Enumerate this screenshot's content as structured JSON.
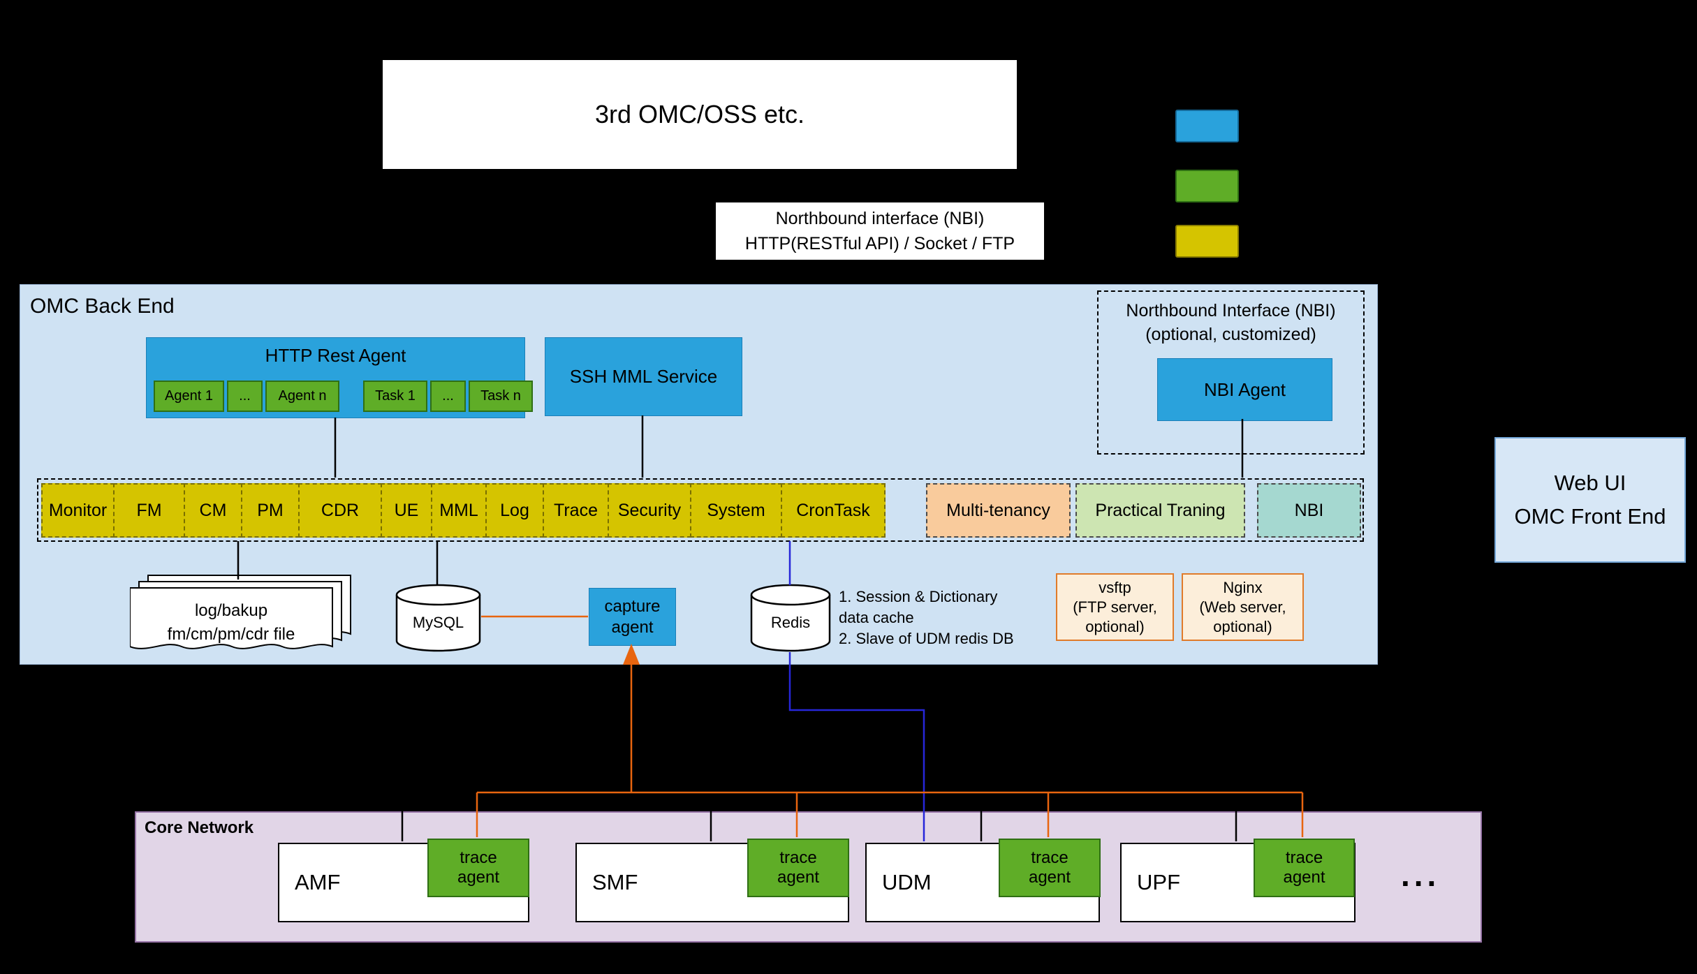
{
  "colors": {
    "box_blue": "#2AA2DC",
    "green": "#5FAD27",
    "module_yellow": "#D5C400",
    "peach": "#F9CB9C",
    "light_green": "#CDE5B2",
    "teal": "#A5D8D0",
    "panel_blue": "#CFE2F3",
    "panel_purple": "#E1D5E7",
    "orange_line": "#E8650F",
    "blue_line": "#2626D9"
  },
  "top": {
    "third_party_label": "3rd OMC/OSS etc."
  },
  "legend": {
    "items": [
      {
        "color": "#2AA2DC"
      },
      {
        "color": "#5FAD27"
      },
      {
        "color": "#D5C400"
      }
    ]
  },
  "nbi_interface_label": {
    "line1": "Northbound interface (NBI)",
    "line2": "HTTP(RESTful API) / Socket / FTP"
  },
  "backend": {
    "title": "OMC Back End",
    "http_rest_agent": {
      "title": "HTTP Rest Agent",
      "sub": [
        "Agent 1",
        "...",
        "Agent n",
        "Task 1",
        "...",
        "Task n"
      ]
    },
    "ssh_mml_label": "SSH MML Service",
    "nbi_box": {
      "line1": "Northbound Interface (NBI)",
      "line2": "(optional, customized)",
      "agent_label": "NBI  Agent"
    },
    "modules": [
      "Monitor",
      "FM",
      "CM",
      "PM",
      "CDR",
      "UE",
      "MML",
      "Log",
      "Trace",
      "Security",
      "System",
      "CronTask"
    ],
    "special_modules": [
      "Multi-tenancy",
      "Practical Traning",
      "NBI"
    ],
    "log_file": {
      "line1": "log/bakup",
      "line2": "fm/cm/pm/cdr file"
    },
    "mysql_label": "MySQL",
    "capture_agent": {
      "line1": "capture",
      "line2": "agent"
    },
    "redis_label": "Redis",
    "redis_note": {
      "line1": "1. Session & Dictionary",
      "line2": "data cache",
      "line3": "2. Slave of UDM redis DB"
    },
    "vsftp": {
      "line1": "vsftp",
      "line2": "(FTP server,",
      "line3": "optional)"
    },
    "nginx": {
      "line1": "Nginx",
      "line2": "(Web server,",
      "line3": "optional)"
    }
  },
  "webui": {
    "line1": "Web UI",
    "line2": "OMC Front End"
  },
  "core_network": {
    "title": "Core Network",
    "nfs": [
      "AMF",
      "SMF",
      "UDM",
      "UPF"
    ],
    "trace_agent": {
      "line1": "trace",
      "line2": "agent"
    },
    "ellipsis": "..."
  }
}
